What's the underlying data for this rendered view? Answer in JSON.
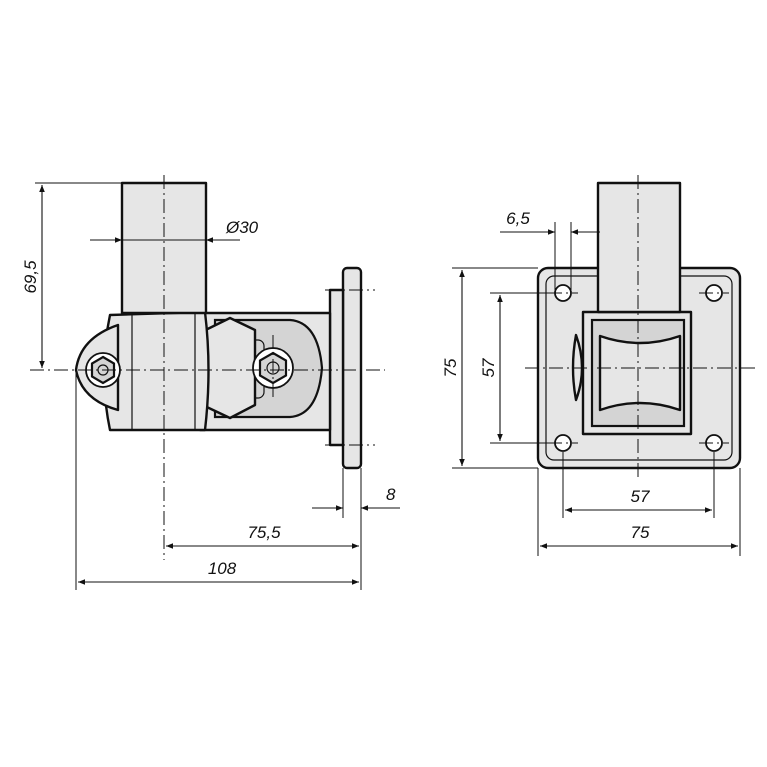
{
  "dimensions": {
    "height_69_5": "69,5",
    "diameter_30": "Ø30",
    "flange_8": "8",
    "offset_75_5": "75,5",
    "length_108": "108",
    "hole_6_5": "6,5",
    "plate_height_75": "75",
    "hole_spacing_v_57": "57",
    "hole_spacing_h_57": "57",
    "plate_width_75": "75"
  }
}
